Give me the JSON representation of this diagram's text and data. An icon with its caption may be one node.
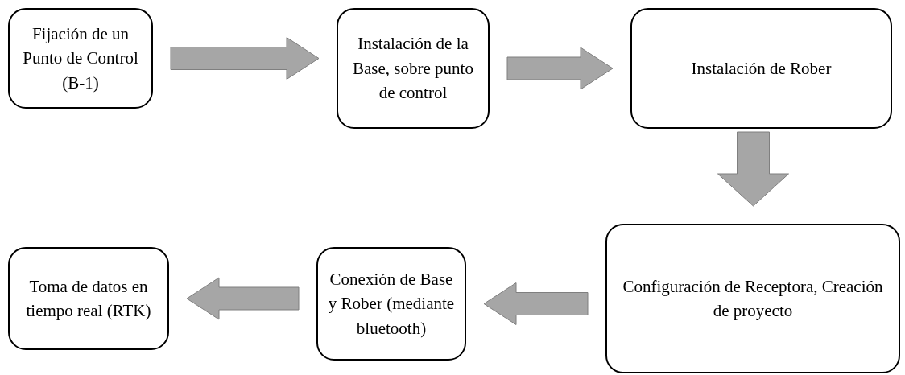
{
  "diagram": {
    "nodes": [
      {
        "text": [
          "Fijación de un Punto de Control (B-1)"
        ]
      },
      {
        "text": [
          "Instalación de la Base, sobre punto de control"
        ]
      },
      {
        "text": [
          "Instalación de Rober"
        ]
      },
      {
        "text": [
          "Configuración de Receptora, Creación de proyecto"
        ]
      },
      {
        "text": [
          "Conexión de Base y Rober (mediante bluetooth)"
        ]
      },
      {
        "text": [
          "Toma de datos en tiempo real (RTK)"
        ]
      }
    ],
    "edges": [
      {
        "from": 0,
        "to": 1,
        "arrow": "to"
      },
      {
        "from": 1,
        "to": 2,
        "arrow": "to"
      },
      {
        "from": 2,
        "to": 3,
        "arrow": "to"
      },
      {
        "from": 3,
        "to": 4,
        "arrow": "to"
      },
      {
        "from": 4,
        "to": 5,
        "arrow": "to"
      }
    ]
  }
}
